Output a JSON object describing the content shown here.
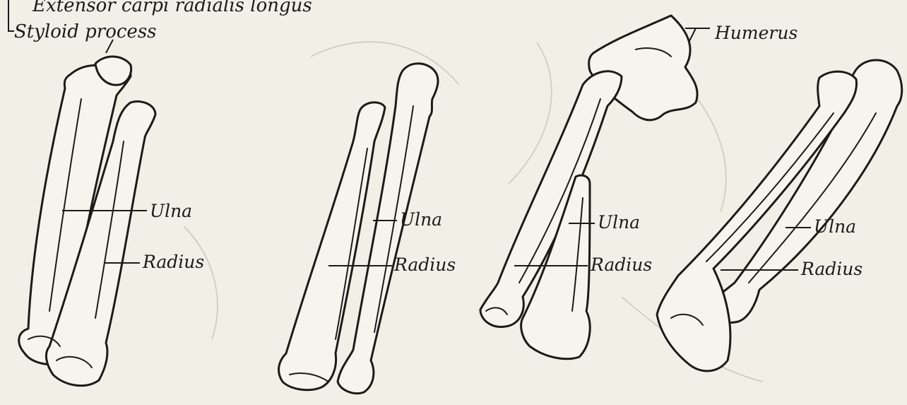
{
  "labels": {
    "extensor": "Extensor carpi radialis longus",
    "styloid": "Styloid process",
    "humerus": "Humerus",
    "fig1_ulna": "Ulna",
    "fig1_radius": "Radius",
    "fig2_ulna": "Ulna",
    "fig2_radius": "Radius",
    "fig3_ulna": "Ulna",
    "fig3_radius": "Radius",
    "fig4_ulna": "Ulna",
    "fig4_radius": "Radius"
  },
  "colors": {
    "paper": "#f1efe6",
    "ink": "#1d1b17",
    "faint_background_sketch": "#cfcabc"
  }
}
